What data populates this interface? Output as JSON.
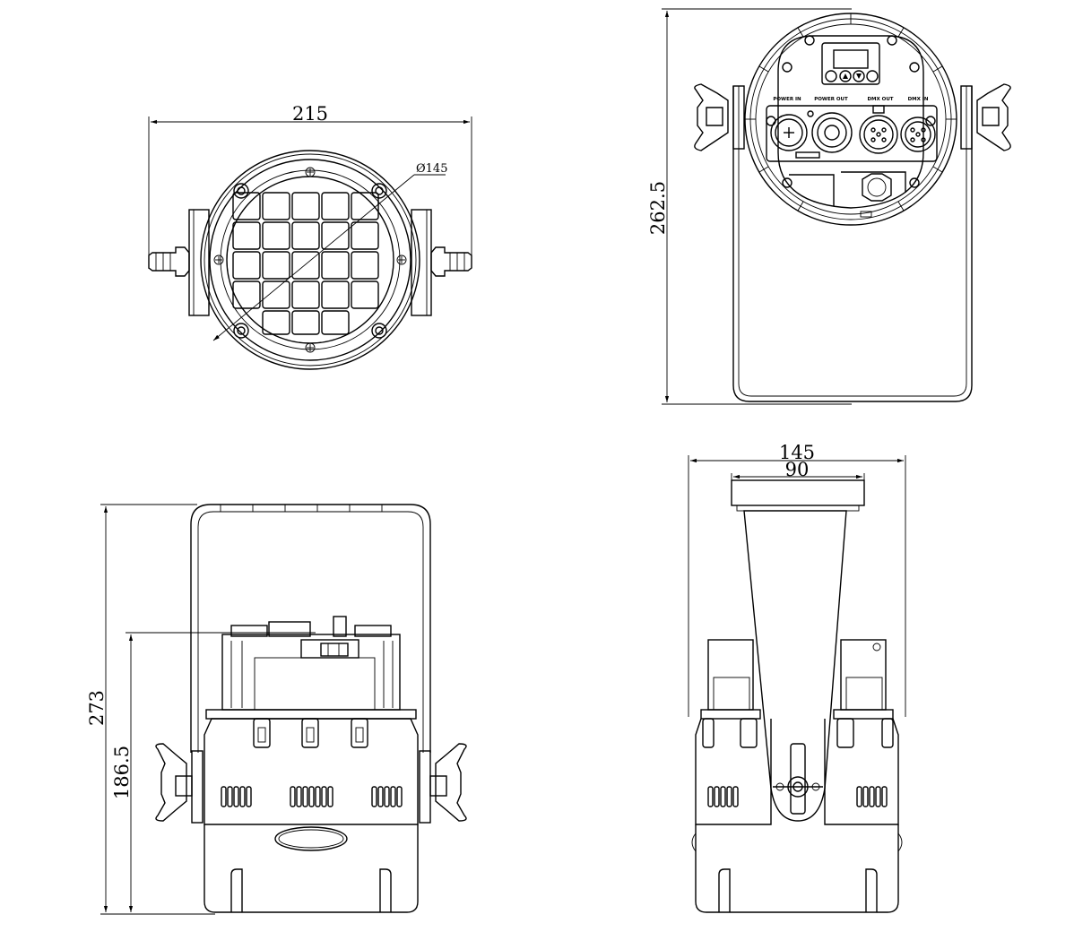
{
  "front_view": {
    "width_dim": "215",
    "diameter_dim": "Ø145"
  },
  "rear_view": {
    "height_dim": "262.5",
    "labels": {
      "power_in": "POWER IN",
      "power_out": "POWER OUT",
      "dmx_out": "DMX OUT",
      "dmx_in": "DMX IN"
    }
  },
  "side_view": {
    "total_height_dim": "273",
    "body_height_dim": "186.5"
  },
  "top_side_view": {
    "outer_width_dim": "145",
    "bracket_width_dim": "90"
  }
}
